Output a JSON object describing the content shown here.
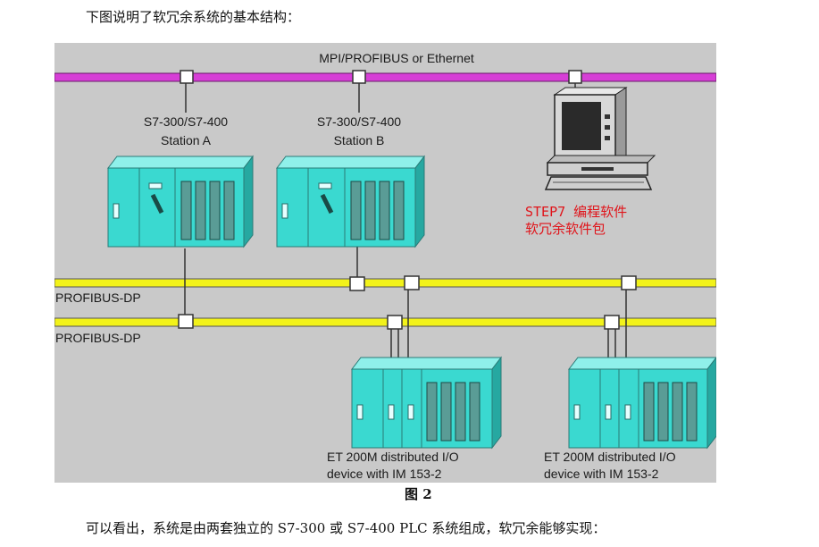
{
  "intro_text": "下图说明了软冗余系统的基本结构：",
  "diagram": {
    "network_label": "MPI/PROFIBUS or Ethernet",
    "station_a": {
      "line1": "S7-300/S7-400",
      "line2": "Station A"
    },
    "station_b": {
      "line1": "S7-300/S7-400",
      "line2": "Station B"
    },
    "pc_label_line1": "STEP7 编程软件",
    "pc_label_line2": "软冗余软件包",
    "bus1_label": "PROFIBUS-DP",
    "bus2_label": "PROFIBUS-DP",
    "et1": {
      "line1": "ET 200M distributed I/O",
      "line2": "device with IM 153-2"
    },
    "et2": {
      "line1": "ET 200M distributed I/O",
      "line2": "device with IM 153-2"
    },
    "colors": {
      "background": "#c9c9c9",
      "network_bus": "#d63fd6",
      "profibus": "#f2f21a",
      "module": "#3ad9d0",
      "label_red": "#e0141a"
    }
  },
  "caption": "图 2",
  "outro_text": "可以看出，系统是由两套独立的 S7-300 或 S7-400 PLC 系统组成，软冗余能够实现："
}
